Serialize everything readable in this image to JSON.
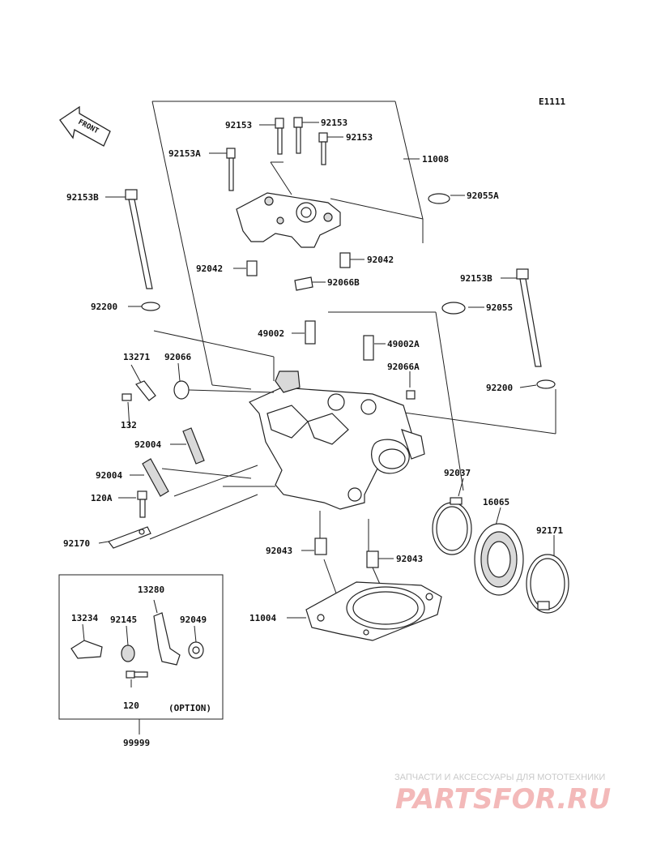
{
  "diagram": {
    "code": "E1111",
    "front_label": "FRONT",
    "option_label": "(OPTION)",
    "labels": [
      {
        "id": "l92153a",
        "text": "92153"
      },
      {
        "id": "l92153b",
        "text": "92153"
      },
      {
        "id": "l92153c",
        "text": "92153"
      },
      {
        "id": "l92153A",
        "text": "92153A"
      },
      {
        "id": "l11008",
        "text": "11008"
      },
      {
        "id": "l92153B1",
        "text": "92153B"
      },
      {
        "id": "l92055A",
        "text": "92055A"
      },
      {
        "id": "l92042a",
        "text": "92042"
      },
      {
        "id": "l92042b",
        "text": "92042"
      },
      {
        "id": "l92066B",
        "text": "92066B"
      },
      {
        "id": "l92153B2",
        "text": "92153B"
      },
      {
        "id": "l92200a",
        "text": "92200"
      },
      {
        "id": "l92055",
        "text": "92055"
      },
      {
        "id": "l49002",
        "text": "49002"
      },
      {
        "id": "l49002A",
        "text": "49002A"
      },
      {
        "id": "l13271",
        "text": "13271"
      },
      {
        "id": "l92066",
        "text": "92066"
      },
      {
        "id": "l92066A",
        "text": "92066A"
      },
      {
        "id": "l92200b",
        "text": "92200"
      },
      {
        "id": "l132",
        "text": "132"
      },
      {
        "id": "l92004a",
        "text": "92004"
      },
      {
        "id": "l92037",
        "text": "92037"
      },
      {
        "id": "l92004b",
        "text": "92004"
      },
      {
        "id": "l120A",
        "text": "120A"
      },
      {
        "id": "l16065",
        "text": "16065"
      },
      {
        "id": "l92171",
        "text": "92171"
      },
      {
        "id": "l92170",
        "text": "92170"
      },
      {
        "id": "l92043a",
        "text": "92043"
      },
      {
        "id": "l92043b",
        "text": "92043"
      },
      {
        "id": "l13280",
        "text": "13280"
      },
      {
        "id": "l11004",
        "text": "11004"
      },
      {
        "id": "l13234",
        "text": "13234"
      },
      {
        "id": "l92145",
        "text": "92145"
      },
      {
        "id": "l92049",
        "text": "92049"
      },
      {
        "id": "l120",
        "text": "120"
      },
      {
        "id": "l99999",
        "text": "99999"
      }
    ]
  },
  "watermark": {
    "tagline": "ЗАПЧАСТИ И АКСЕССУАРЫ ДЛЯ МОТОТЕХНИКИ",
    "brand": "PARTSFOR.RU",
    "color": "#f3b9b9"
  }
}
